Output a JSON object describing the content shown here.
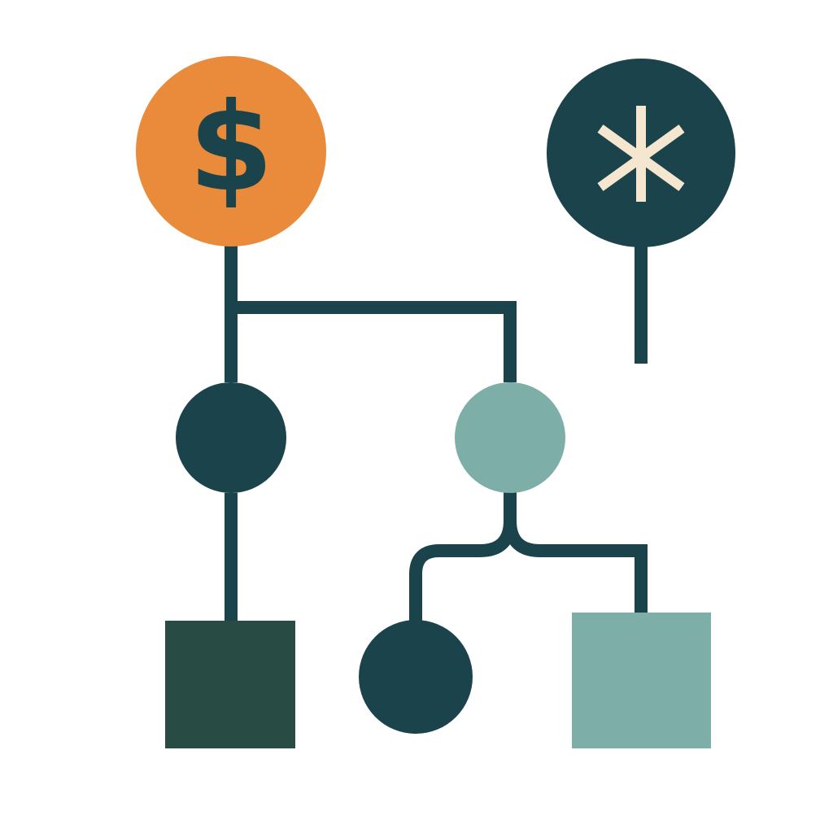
{
  "diagram": {
    "colors": {
      "background": "#ffffff",
      "line": "#1b434b",
      "orange": "#e98b3a",
      "dark_teal": "#1b434b",
      "light_teal": "#7eaea8",
      "dark_green": "#284c43",
      "asterisk": "#f5e7cf"
    },
    "nodes": [
      {
        "id": "dollar-node",
        "shape": "circle",
        "icon": "dollar-icon",
        "fill": "orange",
        "label": "$"
      },
      {
        "id": "asterisk-node",
        "shape": "circle",
        "icon": "asterisk-icon",
        "fill": "dark_teal"
      },
      {
        "id": "left-mid-node",
        "shape": "circle",
        "fill": "dark_teal"
      },
      {
        "id": "right-mid-node",
        "shape": "circle",
        "fill": "light_teal"
      },
      {
        "id": "left-bottom-square",
        "shape": "square",
        "fill": "dark_green"
      },
      {
        "id": "center-bottom-node",
        "shape": "circle",
        "fill": "dark_teal"
      },
      {
        "id": "right-bottom-square",
        "shape": "square",
        "fill": "light_teal"
      }
    ]
  }
}
